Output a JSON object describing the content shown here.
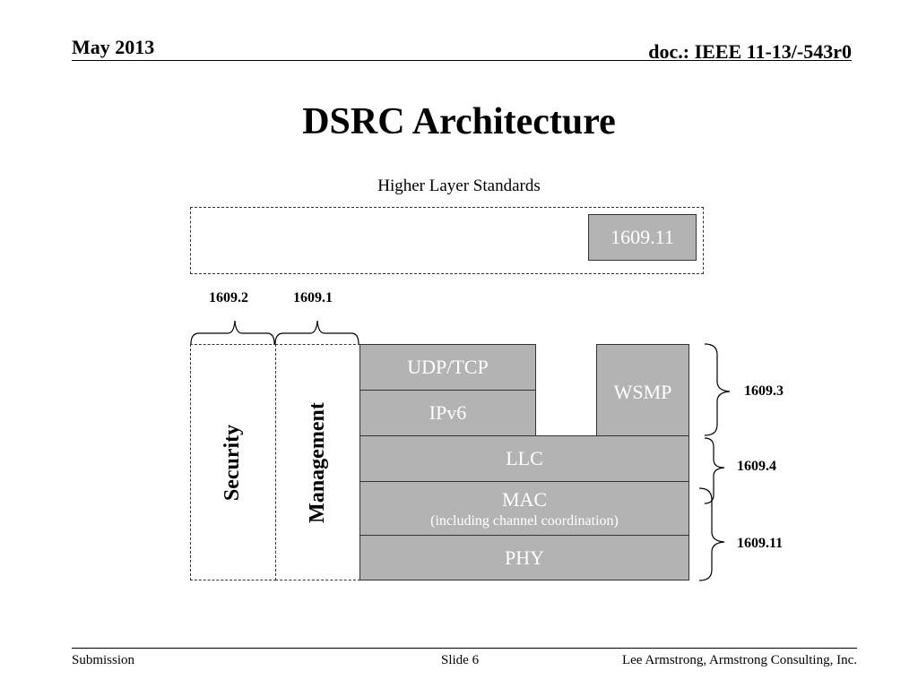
{
  "header": {
    "date": "May 2013",
    "doc": "doc.: IEEE 11-13/-543r0"
  },
  "title": "DSRC Architecture",
  "diagram": {
    "higher_layer_label": "Higher Layer Standards",
    "top_box": "1609.11",
    "top_brackets": [
      "1609.2",
      "1609.1"
    ],
    "columns": [
      "Security",
      "Management"
    ],
    "layers": {
      "udp_tcp": "UDP/TCP",
      "ipv6": "IPv6",
      "wsmp": "WSMP",
      "llc": "LLC",
      "mac": "MAC",
      "mac_sub": "(including channel coordination)",
      "phy": "PHY"
    },
    "right_brackets": [
      "1609.3",
      "1609.4",
      "1609.11"
    ]
  },
  "footer": {
    "left": "Submission",
    "center": "Slide 6",
    "right": "Lee Armstrong, Armstrong Consulting, Inc."
  },
  "colors": {
    "box_fill": "#b3b3b3",
    "box_text": "#ffffff"
  }
}
